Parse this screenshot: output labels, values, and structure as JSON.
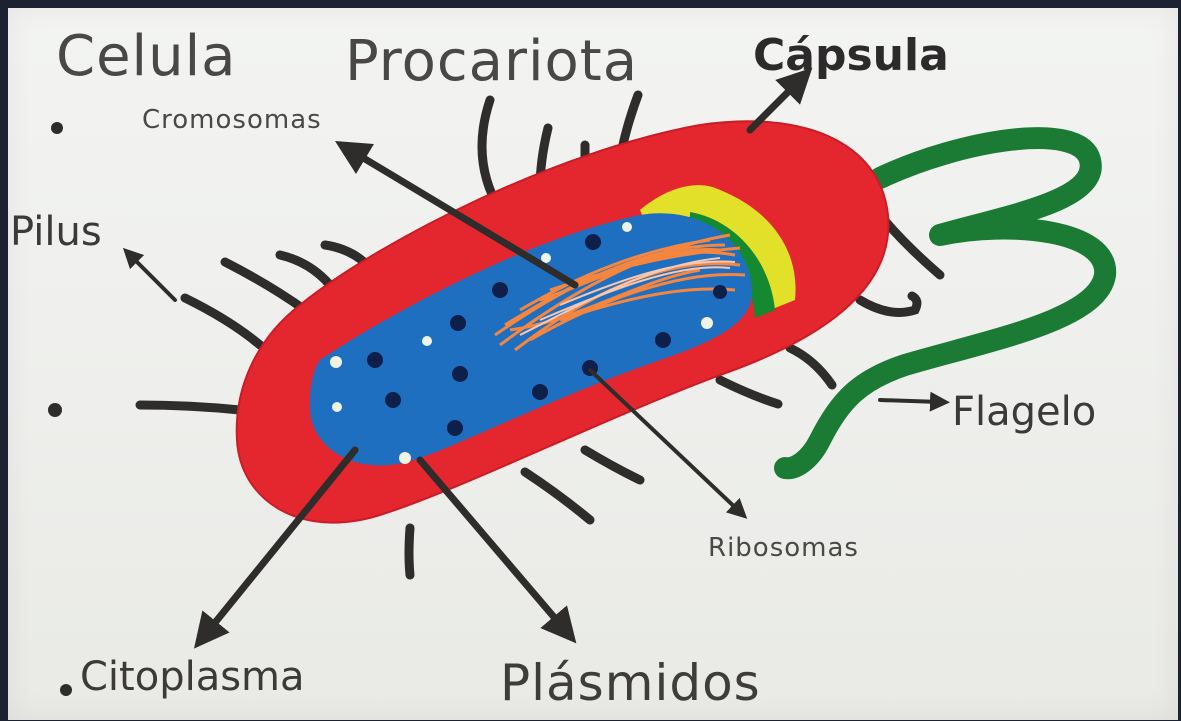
{
  "title": {
    "part1": "Celula",
    "part2": "Procariota"
  },
  "labels": {
    "capsula": "Cápsula",
    "cromosomas": "Cromosomas",
    "pilus": "Pilus",
    "flagelo": "Flagelo",
    "ribosomas": "Ribosomas",
    "citoplasma": "Citoplasma",
    "plasmidos": "Plásmidos"
  },
  "colors": {
    "capsule": "#e4262f",
    "cytoplasm": "#1f6fc0",
    "cell_wall_yellow": "#e3e02a",
    "cell_membrane_green": "#14892f",
    "flagellum": "#1b7a33",
    "chromosome": "#f4863f",
    "ribosome_dark": "#0e1f4a",
    "plasmid_light": "#eef3e4",
    "ink": "#2f2c2c"
  }
}
